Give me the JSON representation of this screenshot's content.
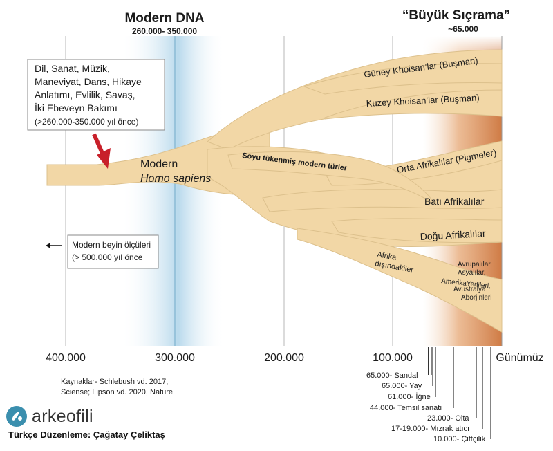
{
  "colors": {
    "branch": "#f2d7a6",
    "branch_stroke": "#dcc08c",
    "band": "#b8d9ec",
    "leap": "#d7894f",
    "arrow": "#c8202a",
    "text": "#1b1b1b",
    "logo": "#3b8fae"
  },
  "header": {
    "modern_dna_title": "Modern DNA",
    "modern_dna_range": "260.000- 350.000",
    "leap_title": "“Büyük Sıçrama”",
    "leap_value": "~65.000"
  },
  "callout": {
    "line1": "Dil, Sanat, Müzik,",
    "line2": "Maneviyat, Dans, Hikaye",
    "line3": "Anlatımı, Evlilik, Savaş,",
    "line4": "İki Ebeveyn Bakımı",
    "line5": "(>260.000-350.000 yıl önce)"
  },
  "brain_box": {
    "line1": "Modern beyin ölçüleri",
    "line2": "(> 500.000 yıl önce"
  },
  "trunk": {
    "label1": "Modern",
    "label2": "Homo sapiens"
  },
  "branches": {
    "south_khoisan": "Güney Khoisan’lar (Buşman)",
    "north_khoisan": "Kuzey Khoisan’lar (Buşman)",
    "extinct": "Soyu tükenmiş modern türler",
    "central_african": "Orta Afrikalılar (Pigmeler)",
    "west_african": "Batı Afrikalılar",
    "east_african": "Doğu Afrikalılar",
    "out_of_africa_1": "Afrika",
    "out_of_africa_2": "dışındakiler",
    "groups": [
      "Avrupalılar,",
      "Asyalılar,",
      "AmerikaYerlileri,",
      "Avustralya",
      "Aborjinleri"
    ]
  },
  "axis": {
    "ticks": [
      "400.000",
      "300.000",
      "200.000",
      "100.000"
    ],
    "today": "Günümüz"
  },
  "events": [
    "65.000- Sandal",
    "65.000- Yay",
    "61.000- İğne",
    "44.000- Temsil sanatı",
    "23.000- Olta",
    "17-19.000- Mızrak atıcı",
    "10.000- Çiftçilik"
  ],
  "credits": {
    "line1": "Kaynaklar- Schlebush vd. 2017,",
    "line2": "Sciense; Lipson vd. 2020, Nature"
  },
  "logo": {
    "name": "arkeofili",
    "icon": "arkeofili-logo-icon"
  },
  "editor": "Türkçe Düzenleme: Çağatay Çeliktaş"
}
